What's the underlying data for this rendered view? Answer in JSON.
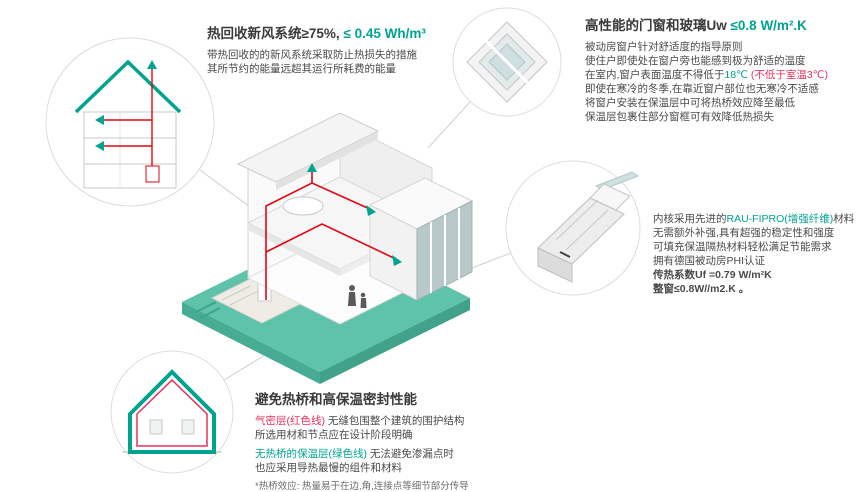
{
  "colors": {
    "accent_teal": "#00A390",
    "accent_red": "#E8315B",
    "pipe_red": "#E30613",
    "ground_teal": "#5FC2AA",
    "text_dark": "#3A3A3A",
    "text_body": "#4A4A4A"
  },
  "heat_recovery": {
    "title_dark": "热回收新风系统≥75%,",
    "title_teal": " ≤ 0.45 Wh/m³",
    "line1": "带热回收的的新风系统采取防止热损失的措施",
    "line2": "其所节约的能量远超其运行所耗费的能量"
  },
  "windows": {
    "title_dark": "高性能的门窗和玻璃Uw ",
    "title_teal": "≤0.8 W/m².K",
    "line1": "被动房窗户针对舒适度的指导原则",
    "line2": "使住户即使处在窗户旁也能感到极为舒适的温度",
    "line3_pre": "在室内,窗户表面温度不得低于",
    "line3_teal": "18℃",
    "line3_red": " (不低于室温3℃)",
    "line4": "即使在寒冷的冬季,在靠近窗户部位也无寒冷不适感",
    "line5": "将窗户安装在保温层中可将热桥效应降至最低",
    "line6": "保温层包裹住部分窗框可有效降低热损失"
  },
  "material": {
    "line1_pre": "内核采用先进的",
    "line1_teal": "RAU-FIPRO(增强纤维)",
    "line1_post": "材料",
    "line2": "无需额外补强,具有超强的稳定性和强度",
    "line3": "可填充保温隔热材料轻松满足节能需求",
    "line4": "拥有德国被动房PHI认证",
    "line5": "传热系数Uf =0.79 W/m²K",
    "line6": "整窗≤0.8W//m2.K 。"
  },
  "thermal_bridge": {
    "title": "避免热桥和高保温密封性能",
    "line1_red": "气密层(红色线)",
    "line1_rest": " 无缝包围整个建筑的围护结构",
    "line2": "所选用材和节点应在设计阶段明确",
    "line3_green": "无热桥的保温层(绿色线)",
    "line3_rest": " 无法避免渗漏点时",
    "line4": "也应采用导热最慢的组件和材料",
    "footnote": "*热桥效应: 热量易于在边,角,连接点等细节部分传导"
  }
}
